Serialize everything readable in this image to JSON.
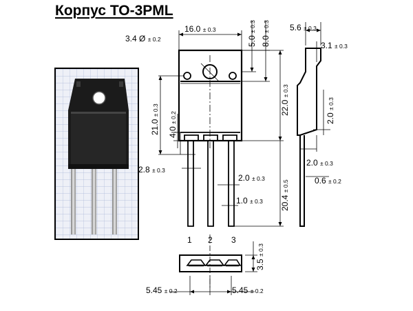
{
  "title": "Корпус TO-3PML",
  "photo": {
    "grid_color": "#aab6d8"
  },
  "dims": {
    "w16": {
      "value": "16.0",
      "tol": "± 0.3"
    },
    "hole": {
      "value": "3.4 Ø",
      "tol": "± 0.2"
    },
    "d50": {
      "value": "5.0",
      "tol": "± 0.3"
    },
    "d80": {
      "value": "8.0",
      "tol": "± 0.3"
    },
    "d56": {
      "value": "5.6",
      "tol": "± 0.3"
    },
    "d31": {
      "value": "3.1",
      "tol": "± 0.3"
    },
    "d210": {
      "value": "21.0",
      "tol": "± 0.3"
    },
    "d40": {
      "value": "4.0",
      "tol": "± 0.2"
    },
    "d220": {
      "value": "22.0",
      "tol": "± 0.3"
    },
    "d20s": {
      "value": "2.0",
      "tol": "± 0.3"
    },
    "d20b": {
      "value": "2.0",
      "tol": "± 0.3"
    },
    "d28": {
      "value": "2.8",
      "tol": "± 0.3"
    },
    "d20p": {
      "value": "2.0",
      "tol": "± 0.3"
    },
    "d204": {
      "value": "20.4",
      "tol": "± 0.5"
    },
    "d06": {
      "value": "0.6",
      "tol": "± 0.2"
    },
    "d10": {
      "value": "1.0",
      "tol": "± 0.3"
    },
    "d35": {
      "value": "3.5",
      "tol": "± 0.3"
    },
    "d545a": {
      "value": "5.45",
      "tol": "± 0.2"
    },
    "d545b": {
      "value": "5.45",
      "tol": "± 0.2"
    }
  },
  "pins": [
    "1",
    "2",
    "3"
  ]
}
